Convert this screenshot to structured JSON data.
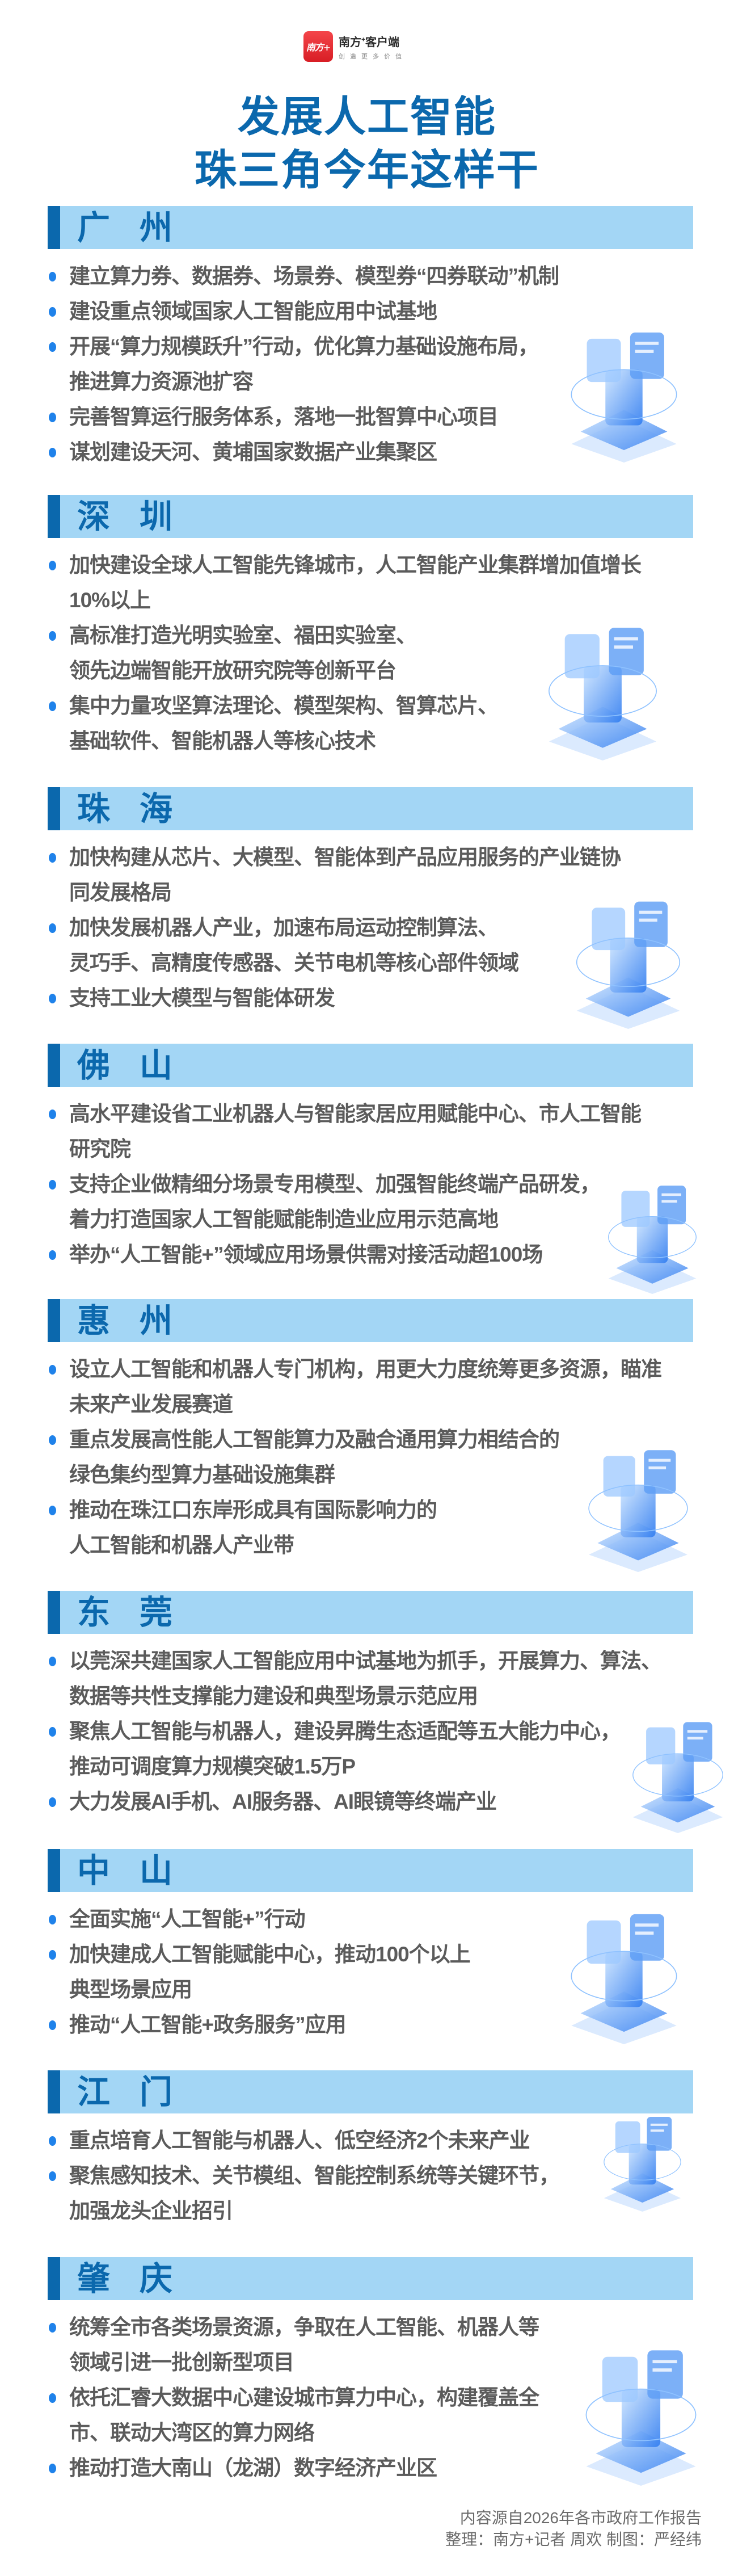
{
  "logo": {
    "mark": "南方+",
    "brand_name": "南方",
    "brand_plus": "+",
    "brand_suffix": "客户端",
    "tagline": "创造更多价值"
  },
  "title": {
    "line1": "发展人工智能",
    "line2": "珠三角今年这样干"
  },
  "sections": [
    {
      "name": "广州",
      "items": [
        [
          "建立算力券、数据券、场景券、模型券“四券联动”机制"
        ],
        [
          "建设重点领域国家人工智能应用中试基地"
        ],
        [
          "开展“算力规模跃升”行动，优化算力基础设施布局，",
          "推进算力资源池扩容"
        ],
        [
          "完善智算运行服务体系，落地一批智算中心项目"
        ],
        [
          "谋划建设天河、黄埔国家数据产业集聚区"
        ]
      ]
    },
    {
      "name": "深圳",
      "items": [
        [
          "加快建设全球人工智能先锋城市，人工智能产业集群增加值增长",
          "10%以上"
        ],
        [
          "高标准打造光明实验室、福田实验室、",
          "领先边端智能开放研究院等创新平台"
        ],
        [
          "集中力量攻坚算法理论、模型架构、智算芯片、",
          "基础软件、智能机器人等核心技术"
        ]
      ]
    },
    {
      "name": "珠海",
      "items": [
        [
          "加快构建从芯片、大模型、智能体到产品应用服务的产业链协",
          "同发展格局"
        ],
        [
          "加快发展机器人产业，加速布局运动控制算法、",
          "灵巧手、高精度传感器、关节电机等核心部件领域"
        ],
        [
          "支持工业大模型与智能体研发"
        ]
      ]
    },
    {
      "name": "佛山",
      "items": [
        [
          "高水平建设省工业机器人与智能家居应用赋能中心、市人工智能",
          "研究院"
        ],
        [
          "支持企业做精细分场景专用模型、加强智能终端产品研发，",
          "着力打造国家人工智能赋能制造业应用示范高地"
        ],
        [
          "举办“人工智能+”领域应用场景供需对接活动超100场"
        ]
      ]
    },
    {
      "name": "惠州",
      "items": [
        [
          "设立人工智能和机器人专门机构，用更大力度统筹更多资源，瞄准",
          "未来产业发展赛道"
        ],
        [
          "重点发展高性能人工智能算力及融合通用算力相结合的",
          "绿色集约型算力基础设施集群"
        ],
        [
          "推动在珠江口东岸形成具有国际影响力的",
          "人工智能和机器人产业带"
        ]
      ]
    },
    {
      "name": "东莞",
      "items": [
        [
          "以莞深共建国家人工智能应用中试基地为抓手，开展算力、算法、",
          "数据等共性支撑能力建设和典型场景示范应用"
        ],
        [
          "聚焦人工智能与机器人，建设昇腾生态适配等五大能力中心，",
          "推动可调度算力规模突破1.5万P"
        ],
        [
          "大力发展AI手机、AI服务器、AI眼镜等终端产业"
        ]
      ]
    },
    {
      "name": "中山",
      "items": [
        [
          "全面实施“人工智能+”行动"
        ],
        [
          "加快建成人工智能赋能中心，推动100个以上",
          "典型场景应用"
        ],
        [
          "推动“人工智能+政务服务”应用"
        ]
      ]
    },
    {
      "name": "江门",
      "items": [
        [
          "重点培育人工智能与机器人、低空经济2个未来产业"
        ],
        [
          "聚焦感知技术、关节模组、智能控制系统等关键环节，",
          "加强龙头企业招引"
        ]
      ]
    },
    {
      "name": "肇庆",
      "items": [
        [
          "统筹全市各类场景资源，争取在人工智能、机器人等",
          "领域引进一批创新型项目"
        ],
        [
          "依托汇睿大数据中心建设城市算力中心，构建覆盖全",
          "市、联动大湾区的算力网络"
        ],
        [
          "推动打造大南山（龙湖）数字经济产业区"
        ]
      ]
    }
  ],
  "footer": {
    "source": "内容源自2026年各市政府工作报告",
    "credits": "整理：南方+记者 周欢   制图：严经纬"
  },
  "colors": {
    "accent": "#0b68ad",
    "header_bg": "#a3d6f5",
    "bullet": "#1f82ea",
    "body_text": "#5b5b5b"
  }
}
